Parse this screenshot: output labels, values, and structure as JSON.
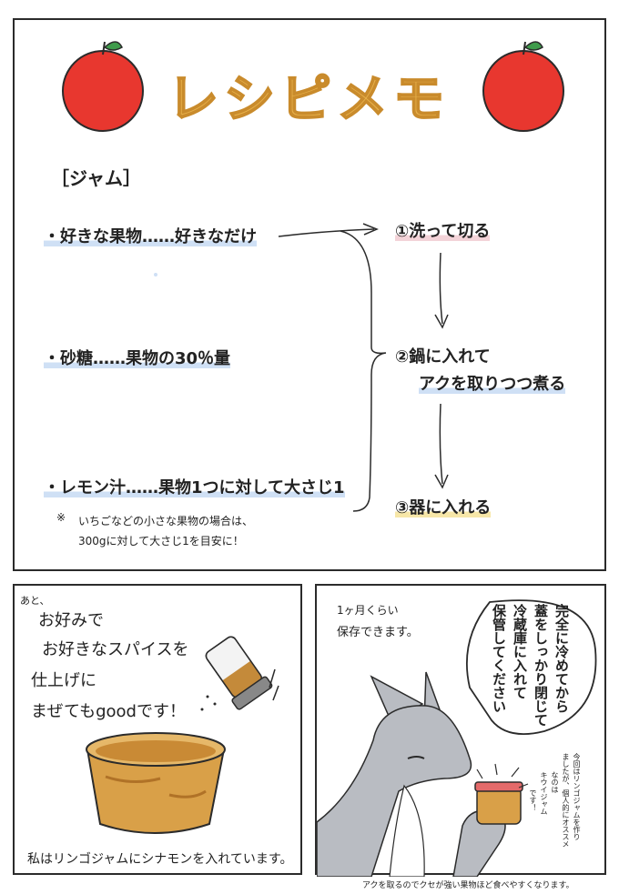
{
  "title": "レシピメモ",
  "section": "［ジャム］",
  "ingredients": [
    "・好きな果物……好きなだけ",
    "・砂糖……果物の30％量",
    "・レモン汁……果物1つに対して大さじ1"
  ],
  "note": {
    "mark": "※",
    "line1": "いちごなどの小さな果物の場合は、",
    "line2": "300gに対して大さじ1を目安に！"
  },
  "steps": {
    "s1": "①洗って切る",
    "s2a": "②鍋に入れて",
    "s2b": "アクを取りつつ煮る",
    "s3": "③器に入れる"
  },
  "panel2": {
    "small": "あと、",
    "l1": "お好みで",
    "l2": "お好きなスパイスを",
    "l3": "仕上げに",
    "l4": "まぜてもgoodです！",
    "bottom": "私はリンゴジャムにシナモンを入れています。"
  },
  "panel3": {
    "top1": "1ヶ月くらい",
    "top2": "保存できます。",
    "bubble": [
      "完全に冷めてから",
      "蓋をしっかり閉じて",
      "冷蔵庫に入れて",
      "保管してください"
    ],
    "side": [
      "今回はリンゴジャムを作り",
      "ましたが、個人的にオススメ",
      "なのは",
      "キウイジャム",
      "です！"
    ]
  },
  "footer": "アクを取るのでクセが強い果物ほど食べやすくなります。",
  "colors": {
    "apple": "#e8372f",
    "title": "#e7b04a",
    "blue": "#cfe0f5",
    "pink": "#f3d3d8",
    "yellow": "#f7e7a8",
    "fox": "#b9bcc2",
    "jam": "#d9a048"
  }
}
